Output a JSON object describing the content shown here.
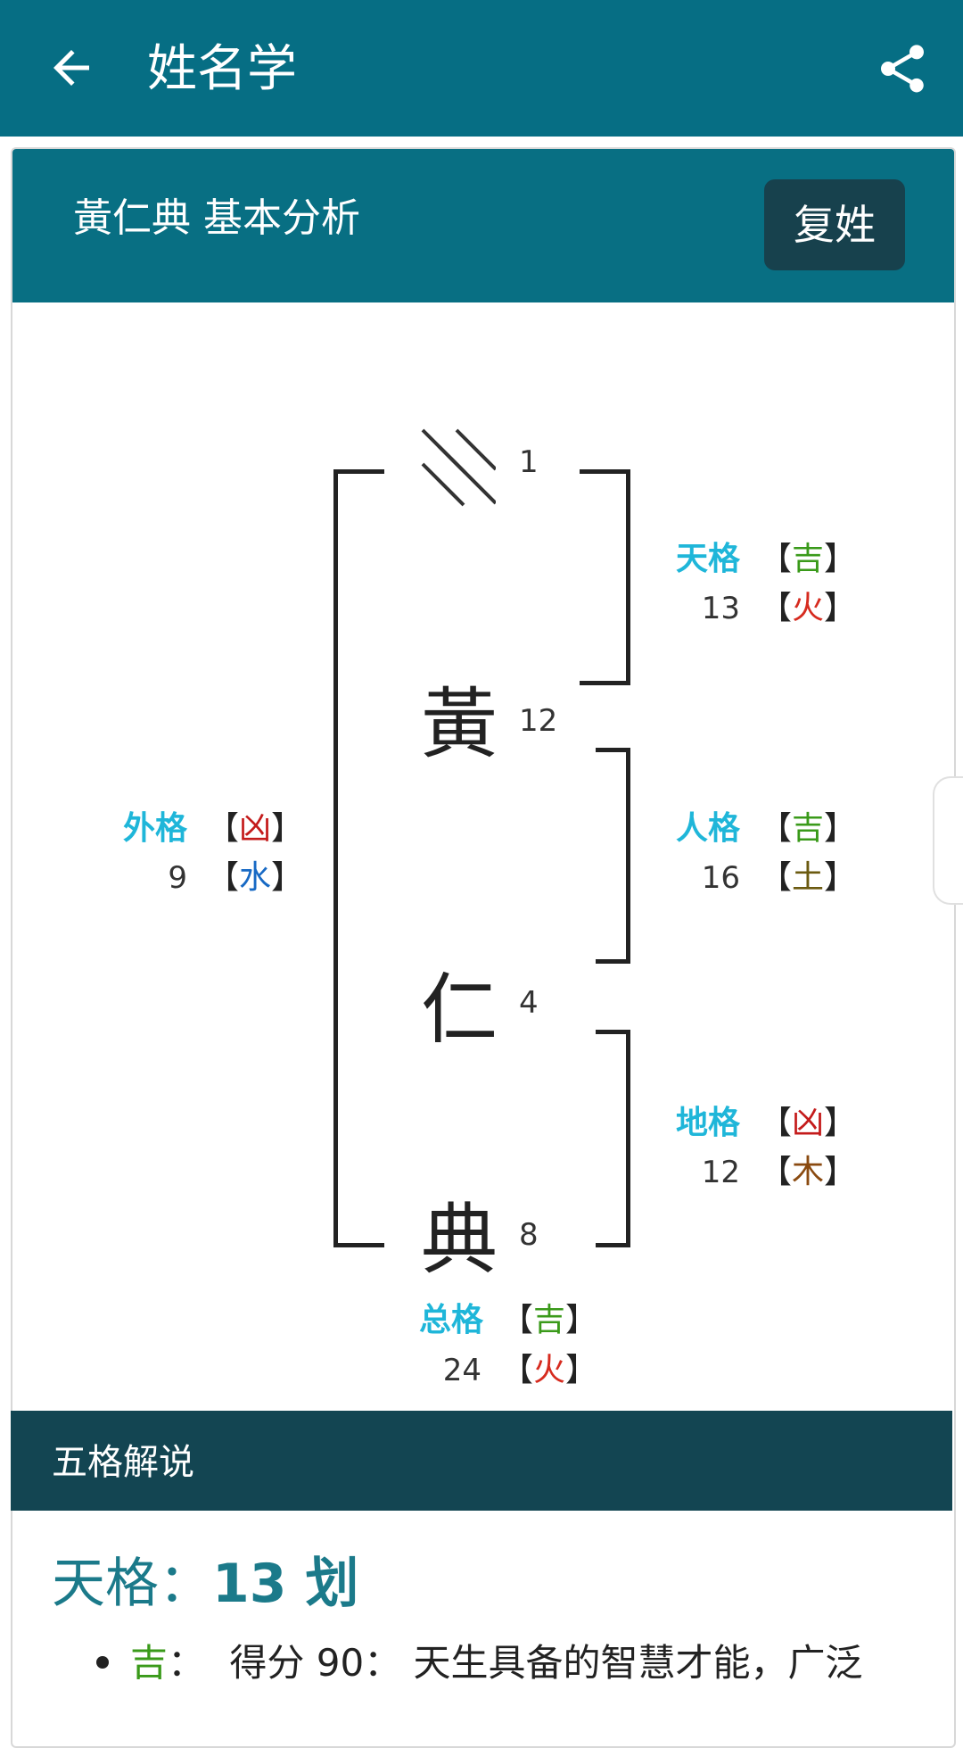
{
  "appbar": {
    "title": "姓名学"
  },
  "card": {
    "title": "黃仁典 基本分析",
    "fuxing_button": "复姓"
  },
  "colors": {
    "appbar": "#066e84",
    "ge_name": "#1fb6d9",
    "ji": "#3a9a1a",
    "xiong": "#c41b1b",
    "fire": "#d62b1f",
    "water": "#1769c4",
    "earth": "#6b5a10",
    "wood": "#8a4a10",
    "section_bar": "#134552"
  },
  "diagram": {
    "top_stroke": "1",
    "chars": [
      {
        "char": "黃",
        "strokes": "12"
      },
      {
        "char": "仁",
        "strokes": "4"
      },
      {
        "char": "典",
        "strokes": "8"
      }
    ],
    "tiange": {
      "name": "天格",
      "fortune": "吉",
      "number": "13",
      "element": "火"
    },
    "renge": {
      "name": "人格",
      "fortune": "吉",
      "number": "16",
      "element": "土"
    },
    "dige": {
      "name": "地格",
      "fortune": "凶",
      "number": "12",
      "element": "木"
    },
    "waige": {
      "name": "外格",
      "fortune": "凶",
      "number": "9",
      "element": "水"
    },
    "zongge": {
      "name": "总格",
      "fortune": "吉",
      "number": "24",
      "element": "火"
    }
  },
  "section": {
    "title": "五格解说"
  },
  "detail": {
    "heading_label": "天格：",
    "heading_number": "13 划",
    "fortune": "吉",
    "sep": "：",
    "text": "得分 90： 天生具备的智慧才能，广泛"
  },
  "brackets": {
    "open": "【",
    "close": "】"
  }
}
